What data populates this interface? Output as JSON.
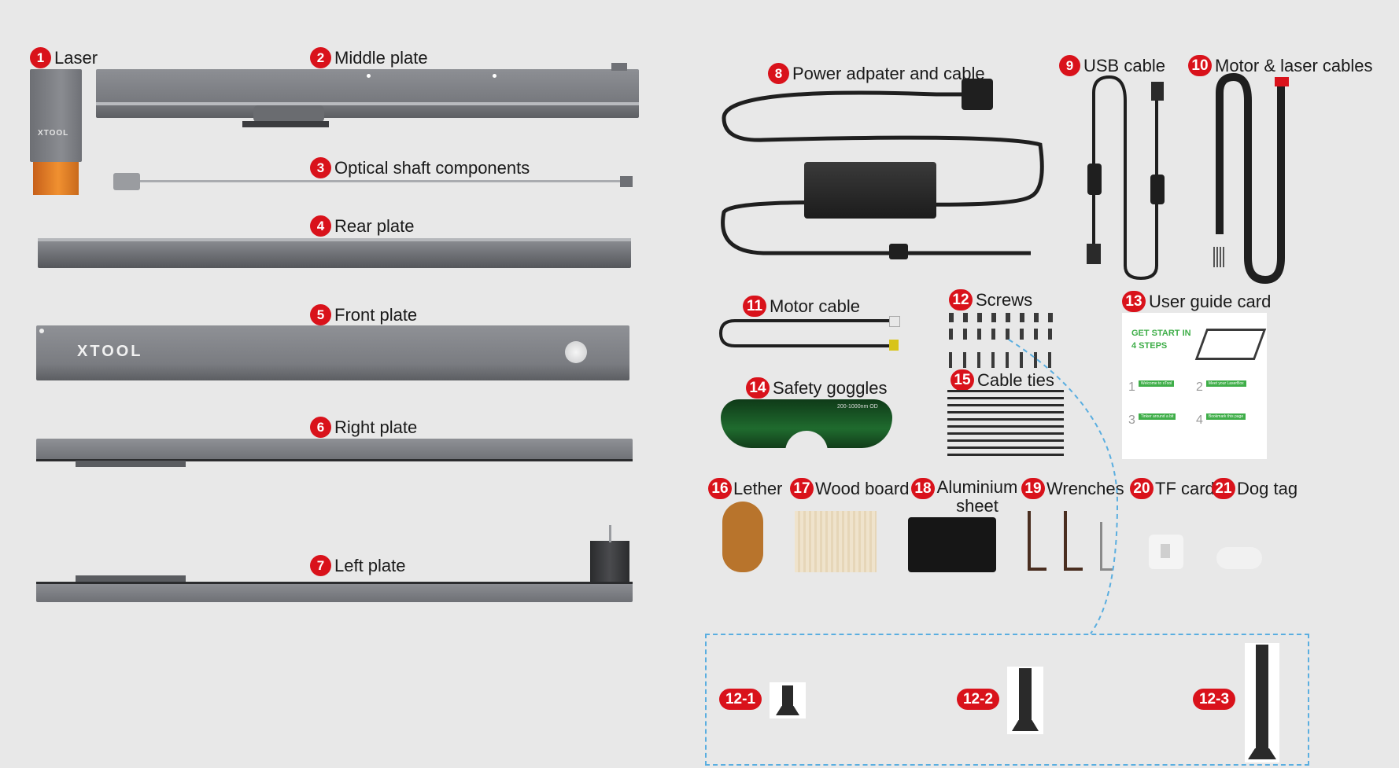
{
  "colors": {
    "background": "#e8e8e8",
    "badge": "#d9121b",
    "aluminium": "#7b7d82",
    "laser_orange": "#e07a22",
    "cable": "#1f1f1f",
    "dash": "#5aaee0",
    "goggles": "#1f6b2e",
    "guide_green": "#3fae49"
  },
  "parts": [
    {
      "num": "1",
      "label": "Laser"
    },
    {
      "num": "2",
      "label": "Middle plate"
    },
    {
      "num": "3",
      "label": "Optical shaft components"
    },
    {
      "num": "4",
      "label": "Rear plate"
    },
    {
      "num": "5",
      "label": "Front plate"
    },
    {
      "num": "6",
      "label": "Right plate"
    },
    {
      "num": "7",
      "label": "Left plate"
    },
    {
      "num": "8",
      "label": "Power adpater and cable"
    },
    {
      "num": "9",
      "label": "USB cable"
    },
    {
      "num": "10",
      "label": "Motor & laser cables"
    },
    {
      "num": "11",
      "label": "Motor cable"
    },
    {
      "num": "12",
      "label": "Screws"
    },
    {
      "num": "13",
      "label": "User guide card"
    },
    {
      "num": "14",
      "label": "Safety goggles"
    },
    {
      "num": "15",
      "label": "Cable ties"
    },
    {
      "num": "16",
      "label": "Lether"
    },
    {
      "num": "17",
      "label": "Wood board"
    },
    {
      "num": "18",
      "label": "Aluminium sheet"
    },
    {
      "num": "19",
      "label": "Wrenches"
    },
    {
      "num": "20",
      "label": "TF card"
    },
    {
      "num": "21",
      "label": "Dog tag"
    }
  ],
  "screw_detail": [
    {
      "num": "12-1"
    },
    {
      "num": "12-2"
    },
    {
      "num": "12-3"
    }
  ],
  "brand": {
    "laser_logo": "XTOOL",
    "front_plate_logo": "XTOOL"
  },
  "goggles_print": "200-1000nm OD",
  "guide_card": {
    "headline_1": "GET START IN",
    "headline_2": "4 STEPS",
    "steps": [
      {
        "n": "1",
        "tag": "Welcome to xTool"
      },
      {
        "n": "2",
        "tag": "Meet your LaserBox"
      },
      {
        "n": "3",
        "tag": "Tinker around a bit"
      },
      {
        "n": "4",
        "tag": "Bookmark this page"
      }
    ]
  }
}
